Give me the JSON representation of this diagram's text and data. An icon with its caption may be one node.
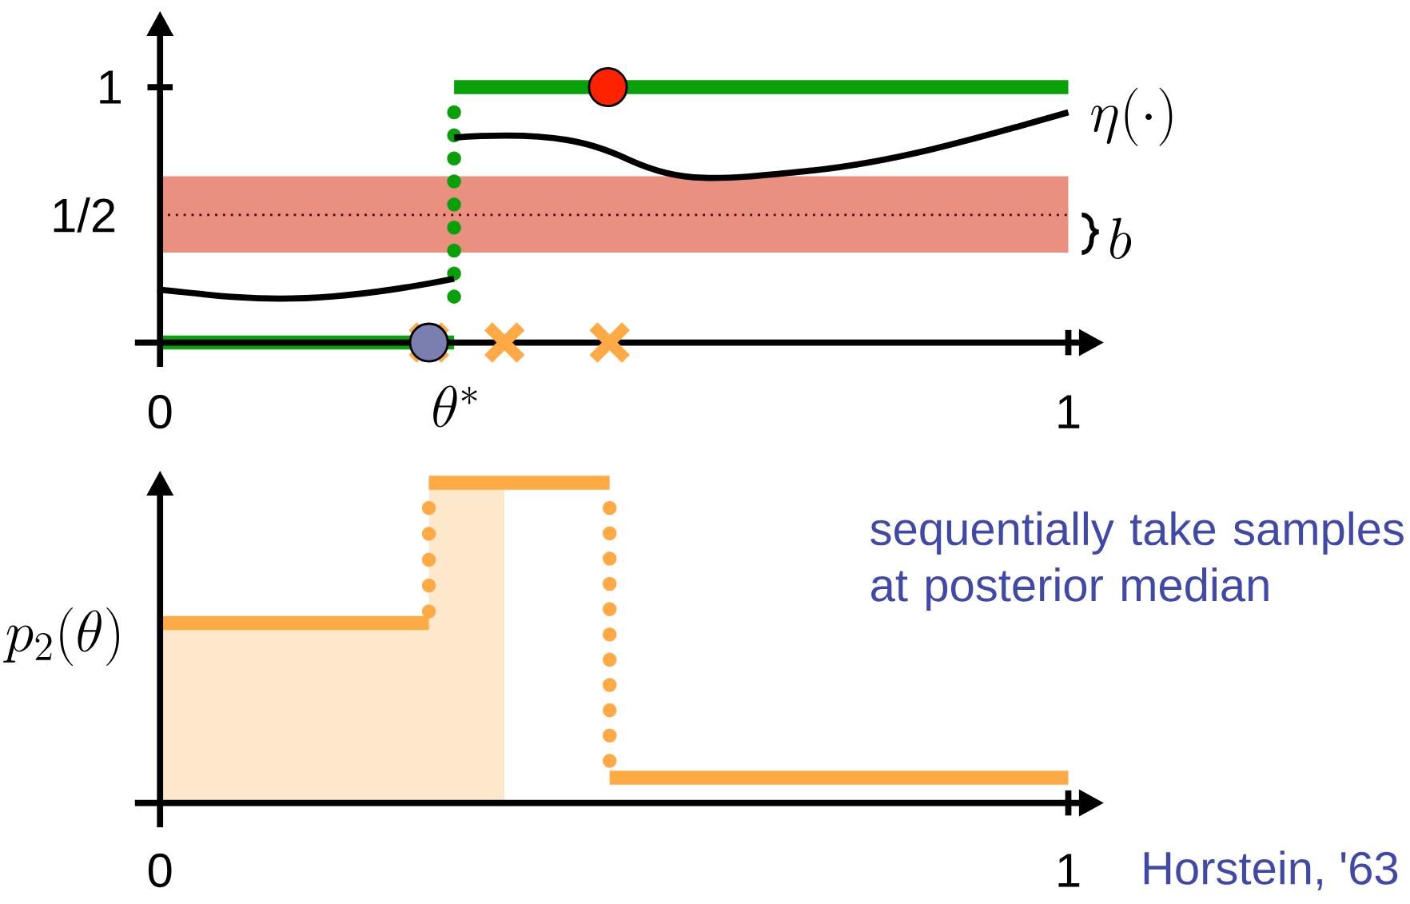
{
  "diagram": {
    "labels": [
      "1",
      "1/2",
      "\\eta(\\cdot)",
      "b",
      "0",
      "\\theta^*",
      "1",
      "sequentially take samples at posterior median",
      "p_2(\\theta)",
      "0",
      "1",
      "Horstein, '63"
    ]
  }
}
